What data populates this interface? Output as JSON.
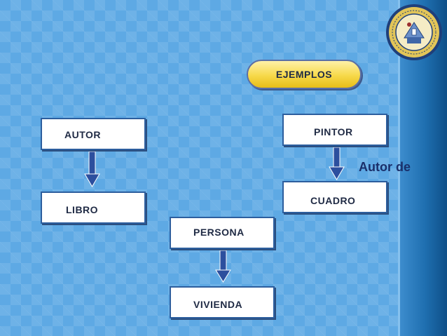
{
  "diagram": {
    "header_label": "EJEMPLOS",
    "nodes": {
      "autor": "AUTOR",
      "libro": "LIBRO",
      "pintor": "PINTOR",
      "cuadro": "CUADRO",
      "persona": "PERSONA",
      "vivienda": "VIVIENDA"
    },
    "relationship_label": "Autor de"
  },
  "colors": {
    "background": "#5ea9e4",
    "box_border": "#2c5e9e",
    "pill_fill": "#f7d94a",
    "arrow_fill": "#2c4f9e",
    "relationship_text": "#1a2f6a"
  },
  "icons": {
    "logo": "university-seal-icon",
    "arrow": "down-arrow-icon"
  }
}
